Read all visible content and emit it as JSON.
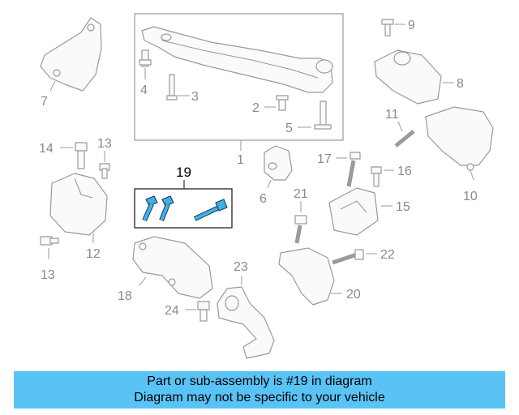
{
  "callouts": {
    "c1": "1",
    "c2": "2",
    "c3": "3",
    "c4": "4",
    "c5": "5",
    "c6": "6",
    "c7": "7",
    "c8": "8",
    "c9": "9",
    "c10": "10",
    "c11": "11",
    "c12": "12",
    "c13a": "13",
    "c13b": "13",
    "c14": "14",
    "c15": "15",
    "c16": "16",
    "c17": "17",
    "c18": "18",
    "c19": "19",
    "c20": "20",
    "c21": "21",
    "c22": "22",
    "c23": "23",
    "c24": "24"
  },
  "highlight": {
    "part": "19",
    "color": "#3fb0e8"
  },
  "banner": {
    "line1": "Part or sub-assembly is #19 in diagram",
    "line2": "Diagram may not be specific to your vehicle",
    "color": "#5ac3f5"
  }
}
